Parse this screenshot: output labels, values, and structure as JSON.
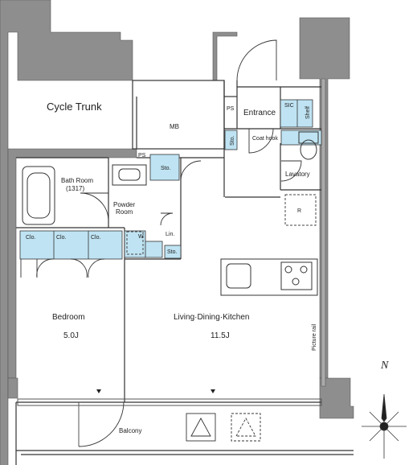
{
  "rooms": {
    "cycle_trunk": "Cycle Trunk",
    "mb": "MB",
    "ps_top": "PS",
    "entrance": "Entrance",
    "sic": "SIC",
    "shelf": "Shelf",
    "sto_entry": "Sto.",
    "coat_hook": "Coat hook",
    "ps_mid": "PS",
    "bath_room": "Bath Room",
    "bath_code": "(1317)",
    "sto_bath": "Sto.",
    "powder_room_1": "Powder",
    "powder_room_2": "Room",
    "lavatory": "Lavatory",
    "refrigerator": "R",
    "washer": "W",
    "linen": "Lin.",
    "sto_washer": "Sto.",
    "clo_1": "Clo.",
    "clo_2": "Clo.",
    "clo_3": "Clo.",
    "bedroom": "Bedroom",
    "bedroom_size": "5.0J",
    "ldk": "Living·Dining·Kitchen",
    "ldk_size": "11.5J",
    "picture_rail": "Picture rail",
    "balcony": "Balcony",
    "north": "N"
  },
  "colors": {
    "wall": "#8e8e8e",
    "storage_fill": "#bfe3f2",
    "line": "#333333"
  }
}
